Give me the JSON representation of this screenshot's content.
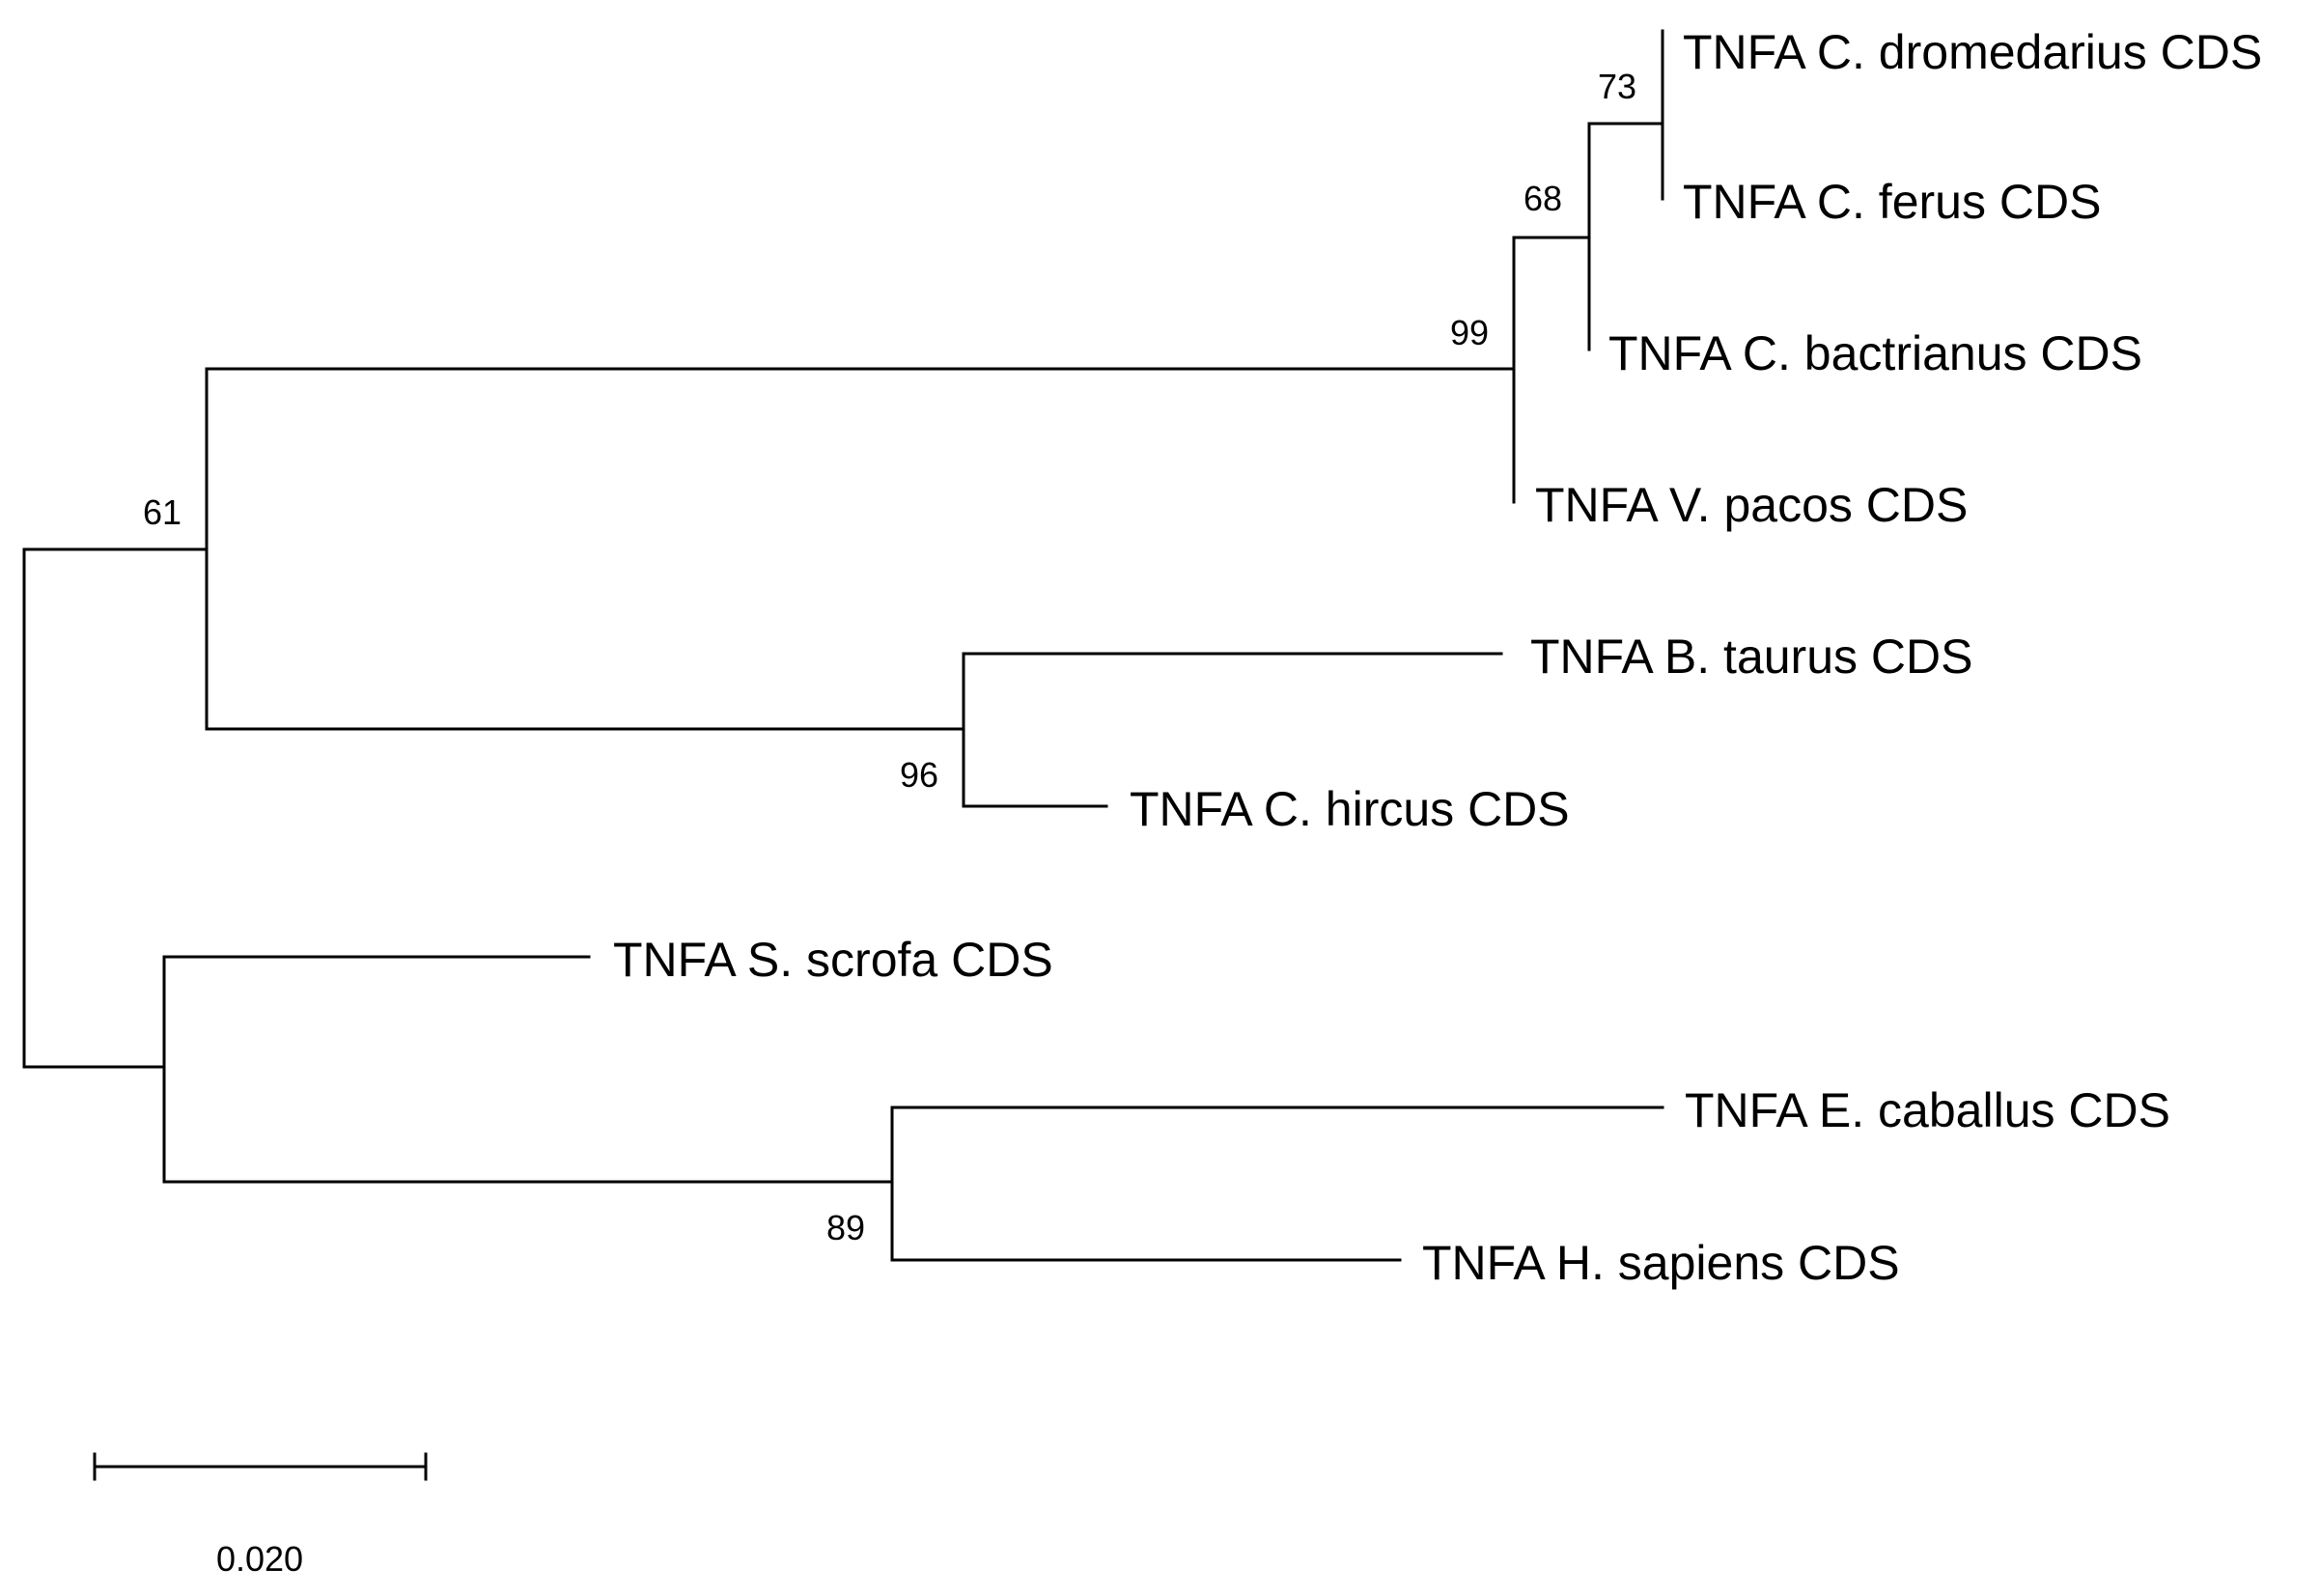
{
  "taxa": [
    "TNFA C. dromedarius CDS",
    "TNFA C. ferus CDS",
    "TNFA C. bactrianus CDS",
    "TNFA V. pacos CDS",
    "TNFA B. taurus CDS",
    "TNFA C. hircus CDS",
    "TNFA S. scrofa CDS",
    "TNFA E. caballus CDS",
    "TNFA H. sapiens CDS"
  ],
  "support_values": [
    "73",
    "68",
    "99",
    "61",
    "96",
    "89"
  ],
  "scale_bar": {
    "length": 0.02,
    "label": "0.020"
  }
}
